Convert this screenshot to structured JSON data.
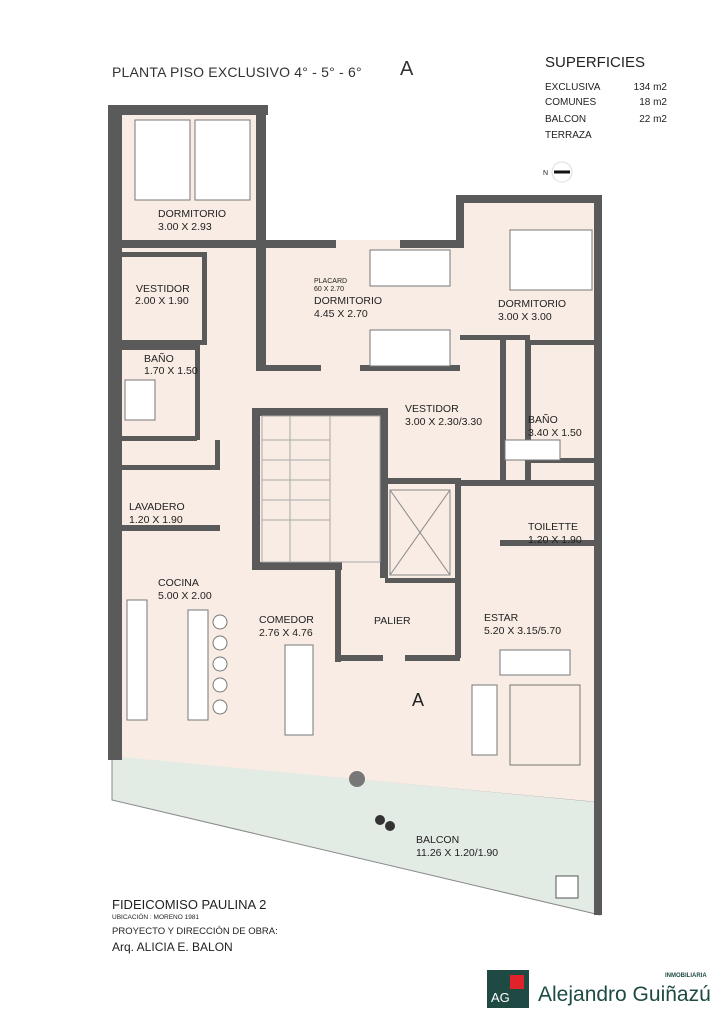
{
  "header": {
    "title": "PLANTA PISO EXCLUSIVO 4° - 5° - 6°",
    "unit": "A"
  },
  "superficies": {
    "title": "SUPERFICIES",
    "rows": [
      {
        "label": "EXCLUSIVA",
        "value": "134 m2"
      },
      {
        "label": "COMUNES",
        "value": "18 m2"
      },
      {
        "label": "BALCON",
        "value": "22 m2"
      },
      {
        "label": "TERRAZA",
        "value": ""
      }
    ]
  },
  "north": "N",
  "rooms": [
    {
      "name": "DORMITORIO",
      "dims": "3.00 X 2.93"
    },
    {
      "name": "VESTIDOR",
      "dims": "2.00 X 1.90"
    },
    {
      "name": "BAÑO",
      "dims": "1.70 X 1.50"
    },
    {
      "name": "LAVADERO",
      "dims": "1.20 X 1.90"
    },
    {
      "name": "COCINA",
      "dims": "5.00 X 2.00"
    },
    {
      "name": "DORMITORIO",
      "dims": "4.45 X 2.70"
    },
    {
      "name": "DORMITORIO",
      "dims": "3.00 X 3.00"
    },
    {
      "name": "VESTIDOR",
      "dims": "3.00 X 2.30/3.30"
    },
    {
      "name": "BAÑO",
      "dims": "3.40 X 1.50"
    },
    {
      "name": "TOILETTE",
      "dims": "1.20 X 1.90"
    },
    {
      "name": "COMEDOR",
      "dims": "2.76 X 4.76"
    },
    {
      "name": "PALIER",
      "dims": ""
    },
    {
      "name": "ESTAR",
      "dims": "5.20 X 3.15/5.70"
    },
    {
      "name": "BALCON",
      "dims": "11.26 X 1.20/1.90"
    }
  ],
  "placard": {
    "label": "PLACARD",
    "dims": "60 X 2.70"
  },
  "unit_marker": "A",
  "footer": {
    "project": "FIDEICOMISO PAULINA 2",
    "location": "UBICACIÓN : MORENO 1981",
    "direction": "PROYECTO Y DIRECCIÓN DE OBRA:",
    "architect": "Arq. ALICIA E. BALON"
  },
  "logo": {
    "mark": "AG",
    "tag": "INMOBILIARIA",
    "name": "Alejandro Guiñazú"
  },
  "colors": {
    "floor": "#f8ece4",
    "wall": "#5a5a5a",
    "balcony": "#e3ebe5",
    "brand": "#1f4a44",
    "brand_red": "#e0222a"
  }
}
